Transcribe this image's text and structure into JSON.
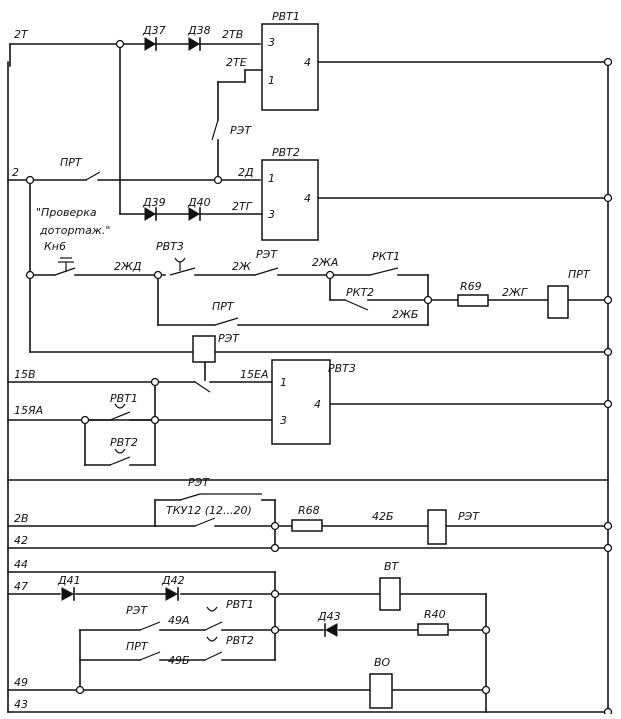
{
  "wires": {
    "w2T": "2Т",
    "w2": "2",
    "w15B": "15В",
    "w15YaA": "15ЯА",
    "w2B": "2В",
    "w42": "42",
    "w44": "44",
    "w47": "47",
    "w49": "49",
    "w43": "43"
  },
  "nodes": {
    "n2TV": "2ТВ",
    "n2TE": "2ТЕ",
    "n2D": "2Д",
    "n2TG": "2ТГ",
    "n2ZhD": "2ЖД",
    "n2Zh": "2Ж",
    "n2ZhA": "2ЖА",
    "n2ZhB": "2ЖБ",
    "n2ZhG": "2ЖГ",
    "n15EA": "15ЕА",
    "n42B": "42Б",
    "n49A": "49А",
    "n49B": "49Б"
  },
  "devices": {
    "rvt1": "РВТ1",
    "rvt2": "РВТ2",
    "rvt3": "РВТ3",
    "ret": "РЭТ",
    "prt": "ПРТ",
    "rkt1": "РКТ1",
    "rkt2": "РКТ2",
    "r69": "R69",
    "r68": "R68",
    "r40": "R40",
    "vt": "ВТ",
    "vo": "ВО",
    "tku": "ТКУ12 (12...20)",
    "kn6": "Кн6",
    "d37": "Д37",
    "d38": "Д38",
    "d39": "Д39",
    "d40": "Д40",
    "d41": "Д41",
    "d42": "Д42",
    "d43": "Д43"
  },
  "pins": {
    "p1": "1",
    "p3": "3",
    "p4": "4"
  },
  "note": {
    "line1": "\"Проверка",
    "line2": "доторmaж.\""
  }
}
